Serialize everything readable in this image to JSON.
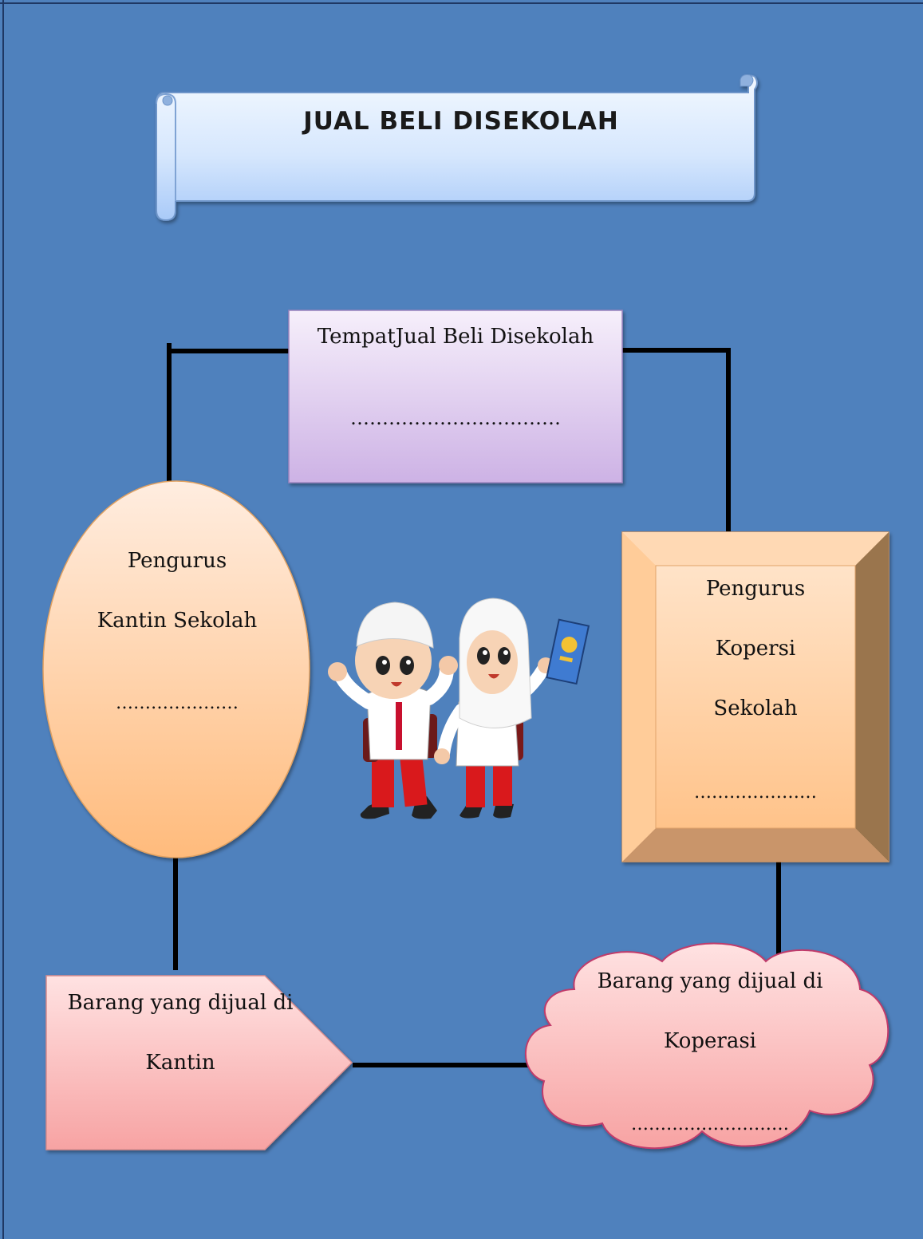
{
  "title": "JUAL BELI DISEKOLAH",
  "center_box": {
    "label": "TempatJual Beli  Disekolah",
    "blank": "……………………………"
  },
  "kantin_oval": {
    "line1": "Pengurus",
    "line2": "Kantin Sekolah",
    "blank": "…………………"
  },
  "koperasi_box": {
    "line1": "Pengurus",
    "line2": "Kopersi",
    "line3": "Sekolah",
    "blank": "…………………"
  },
  "kantin_goods": {
    "line1": "Barang yang dijual di",
    "line2": "Kantin"
  },
  "koperasi_goods": {
    "line1": "Barang yang dijual di",
    "line2": "Koperasi",
    "blank": "………………………"
  },
  "illustration": {
    "icon": "school-children-icon"
  },
  "colors": {
    "background": "#4F81BD",
    "banner_fill": "#BDD7FA",
    "center_box_fill": "#DCC8EC",
    "oval_fill": "#FFD3A8",
    "koperasi_fill": "#FFCD9B",
    "goods_fill": "#F8B6B6",
    "connector": "#000000"
  }
}
